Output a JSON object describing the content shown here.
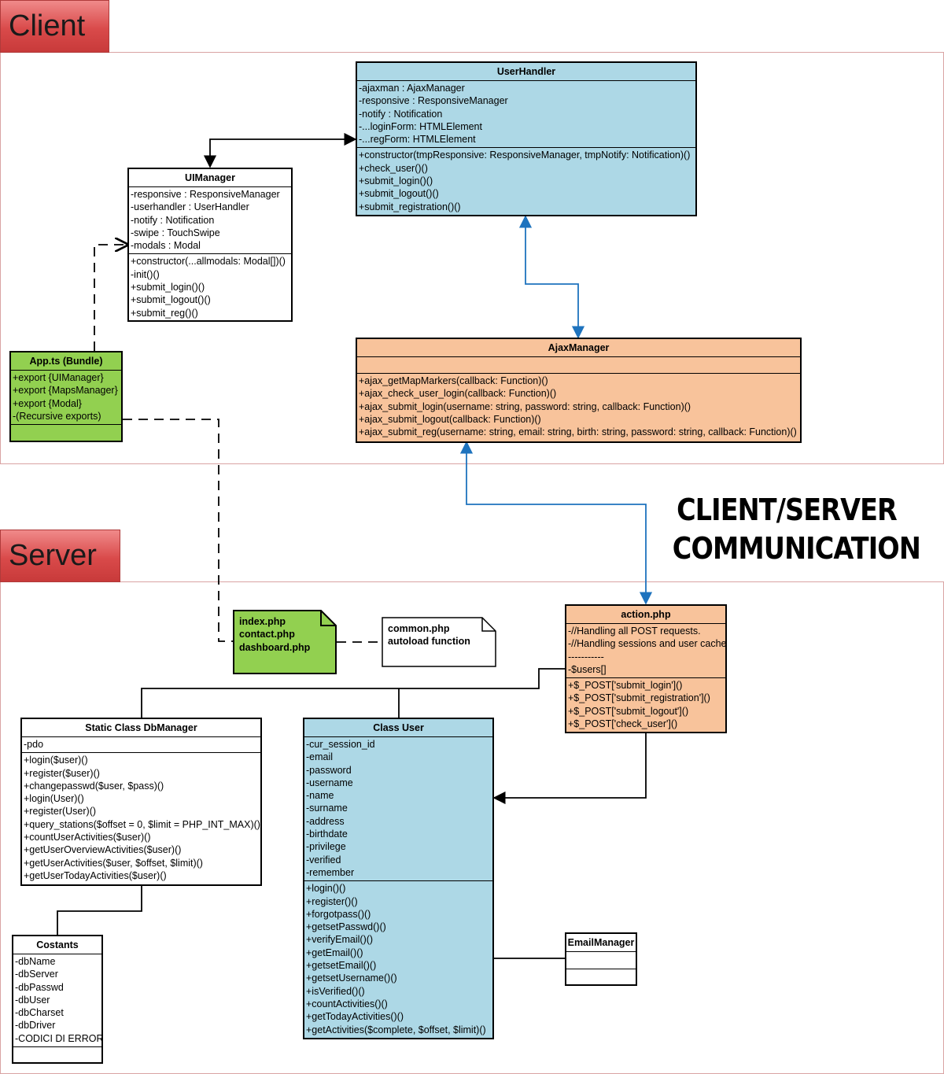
{
  "sections": {
    "client": "Client",
    "server": "Server"
  },
  "banner": {
    "line1": "CLIENT/SERVER",
    "line2": "COMMUNICATION"
  },
  "colors": {
    "blue_class": "#add8e6",
    "orange_class": "#f8c39b",
    "green_class": "#92d050",
    "http_link": "#1e73be"
  },
  "classes": {
    "user_handler": {
      "name": "UserHandler",
      "attributes": [
        "-ajaxman : AjaxManager",
        "-responsive : ResponsiveManager",
        "-notify : Notification",
        "-...loginForm: HTMLElement",
        "-...regForm: HTMLElement"
      ],
      "methods": [
        "+constructor(tmpResponsive: ResponsiveManager, tmpNotify: Notification)()",
        "+check_user()()",
        "+submit_login()()",
        "+submit_logout()()",
        "+submit_registration()()"
      ]
    },
    "ui_manager": {
      "name": "UIManager",
      "attributes": [
        "-responsive : ResponsiveManager",
        "-userhandler : UserHandler",
        "-notify : Notification",
        "-swipe : TouchSwipe",
        "-modals : Modal"
      ],
      "methods": [
        "+constructor(...allmodals: Modal[])()",
        "-init()()",
        "+submit_login()()",
        "+submit_logout()()",
        "+submit_reg()()"
      ]
    },
    "app_bundle": {
      "name": "App.ts (Bundle)",
      "attributes": [
        "+export {UIManager}",
        "+export {MapsManager}",
        "+export {Modal}",
        "-(Recursive exports)"
      ],
      "methods": []
    },
    "ajax_manager": {
      "name": "AjaxManager",
      "attributes": [],
      "methods": [
        "+ajax_getMapMarkers(callback: Function)()",
        "+ajax_check_user_login(callback: Function)()",
        "+ajax_submit_login(username: string, password: string, callback: Function)()",
        "+ajax_submit_logout(callback: Function)()",
        "+ajax_submit_reg(username: string, email: string, birth: string, password: string, callback: Function)()"
      ]
    },
    "action_php": {
      "name": "action.php",
      "attributes": [
        "-//Handling all POST requests.",
        "-//Handling sessions and user cache",
        "-----------",
        "-$users[]"
      ],
      "methods": [
        "+$_POST['submit_login']()",
        "+$_POST['submit_registration']()",
        "+$_POST['submit_logout']()",
        "+$_POST['check_user']()"
      ]
    },
    "db_manager": {
      "name": "Static Class DbManager",
      "attributes": [
        "-pdo"
      ],
      "methods": [
        "+login($user)()",
        "+register($user)()",
        "+changepasswd($user, $pass)()",
        "+login(User)()",
        "+register(User)()",
        "+query_stations($offset = 0, $limit = PHP_INT_MAX)()",
        "+countUserActivities($user)()",
        "+getUserOverviewActivities($user)()",
        "+getUserActivities($user, $offset, $limit)()",
        "+getUserTodayActivities($user)()"
      ]
    },
    "class_user": {
      "name": "Class User",
      "attributes": [
        "-cur_session_id",
        "-email",
        "-password",
        "-username",
        "-name",
        "-surname",
        "-address",
        "-birthdate",
        "-privilege",
        "-verified",
        "-remember"
      ],
      "methods": [
        "+login()()",
        "+register()()",
        "+forgotpass()()",
        "+getsetPasswd()()",
        "+verifyEmail()()",
        "+getEmail()()",
        "+getsetEmail()()",
        "+getsetUsername()()",
        "+isVerified()()",
        "+countActivities()()",
        "+getTodayActivities()()",
        "+getActivities($complete, $offset, $limit)()"
      ]
    },
    "constants": {
      "name": "Costants",
      "attributes": [
        "-dbName",
        "-dbServer",
        "-dbPasswd",
        "-dbUser",
        "-dbCharset",
        "-dbDriver",
        "-CODICI DI ERRORE"
      ],
      "methods": []
    },
    "email_manager": {
      "name": "EmailManager",
      "attributes": [],
      "methods": []
    }
  },
  "notes": {
    "pages": [
      "index.php",
      "contact.php",
      "dashboard.php"
    ],
    "common": [
      "common.php",
      "autoload function"
    ]
  }
}
